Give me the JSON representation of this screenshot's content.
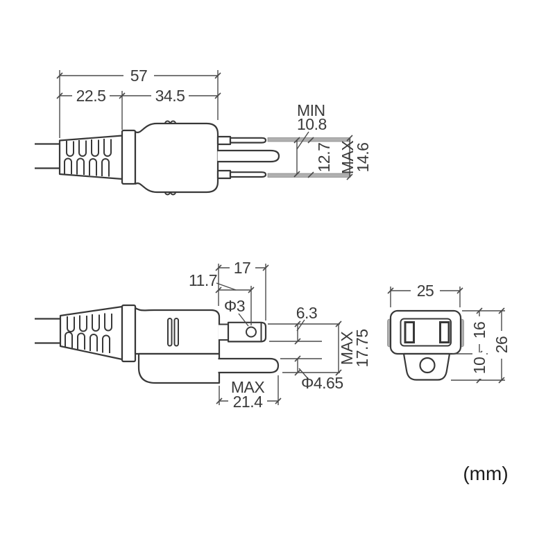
{
  "unit_label": "(mm)",
  "colors": {
    "ink": "#383838",
    "dimension_line": "#4a4a4a",
    "plane_bar_gray": "#b0b0b0",
    "background": "#ffffff"
  },
  "plug_top_view": {
    "overall_length": "57",
    "boot_length": "22.5",
    "body_length": "34.5",
    "blade_inner_gap_prefix": "MIN",
    "blade_inner_gap": "10.8",
    "blade_pitch": "12.7",
    "blade_outer_span_prefix": "MAX",
    "blade_outer_span": "14.6"
  },
  "plug_side_view": {
    "blade_length": "17",
    "blade_hole_offset": "11.7",
    "blade_hole_diameter": "Φ3",
    "blade_width": "6.3",
    "span_prefix": "MAX",
    "blade_to_pin_span": "17.75",
    "pin_diameter": "Φ4.65",
    "pin_length_prefix": "MAX",
    "pin_length": "21.4"
  },
  "outlet_face_view": {
    "width": "25",
    "upper_height": "16",
    "lower_height": "10",
    "total_height": "26"
  }
}
